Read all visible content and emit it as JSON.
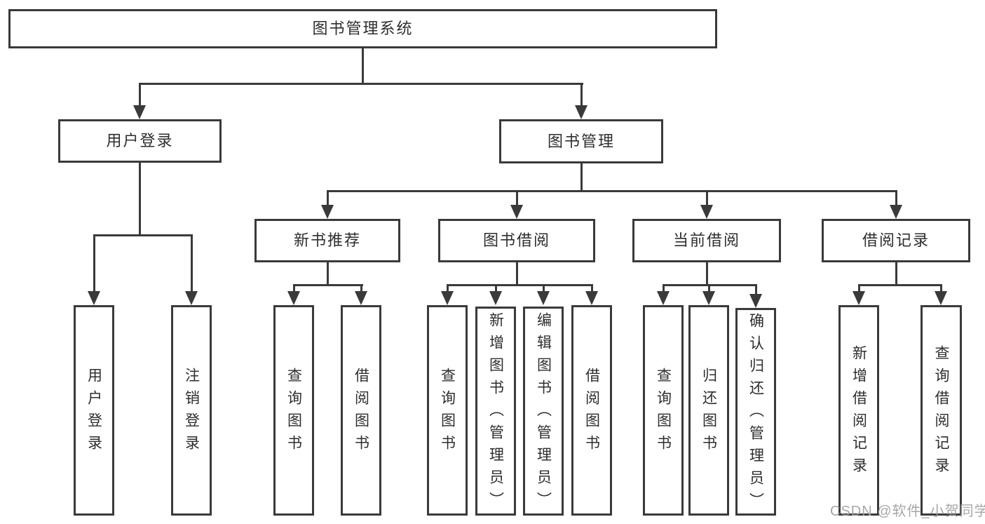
{
  "tree": {
    "root": {
      "label": "图书管理系统",
      "children": [
        {
          "label": "用户登录",
          "children": [
            {
              "label": "用户登录"
            },
            {
              "label": "注销登录"
            }
          ]
        },
        {
          "label": "图书管理",
          "children": [
            {
              "label": "新书推荐",
              "children": [
                {
                  "label": "查询图书"
                },
                {
                  "label": "借阅图书"
                }
              ]
            },
            {
              "label": "图书借阅",
              "children": [
                {
                  "label": "查询图书"
                },
                {
                  "label": "新增图书（管理员）"
                },
                {
                  "label": "编辑图书（管理员）"
                },
                {
                  "label": "借阅图书"
                }
              ]
            },
            {
              "label": "当前借阅",
              "children": [
                {
                  "label": "查询图书"
                },
                {
                  "label": "归还图书"
                },
                {
                  "label": "确认归还（管理员）"
                }
              ]
            },
            {
              "label": "借阅记录",
              "children": [
                {
                  "label": "新增借阅记录"
                },
                {
                  "label": "查询借阅记录"
                }
              ]
            }
          ]
        }
      ]
    }
  },
  "watermark": {
    "text": "CSDN @软件_小贺同学"
  },
  "colors": {
    "line": "#3a3a3a",
    "text": "#2e2e2e",
    "watermark": "#9e9e9e",
    "background": "#ffffff"
  }
}
